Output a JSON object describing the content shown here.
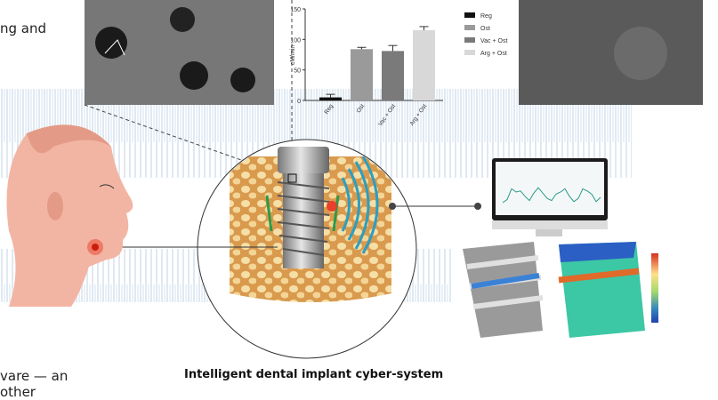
{
  "body_text": {
    "line_top": "ng and",
    "line_bottom_1": "vare — an",
    "line_bottom_2": "other"
  },
  "caption": "Intelligent dental implant cyber-system",
  "colors": {
    "wave": "#d6e3ef",
    "bone": "#f0c98a",
    "signal": "#2a9fc2",
    "implant_band": "#3b82d6",
    "lesion": "#e8402a"
  },
  "chart_data": {
    "type": "bar",
    "categories": [
      "Reg",
      "Ost",
      "Vac + Ost",
      "Arg + Ost"
    ],
    "values": [
      5,
      84,
      81,
      115
    ],
    "errors": [
      5,
      3,
      9,
      6
    ],
    "colors": [
      "#111111",
      "#9a9a9a",
      "#7a7a7a",
      "#d8d8d8"
    ],
    "ylabel": "cM/min",
    "ylim": [
      0,
      150
    ],
    "yticks": [
      "0",
      "50",
      "100",
      "150"
    ],
    "legend": [
      "Reg",
      "Ost",
      "Vac + Ost",
      "Arg + Ost"
    ],
    "legend_position": "right"
  },
  "monitor_chart": {
    "type": "line",
    "values": [
      2,
      2.3,
      3.3,
      3,
      3.1,
      2.6,
      2.2,
      2.9,
      3.4,
      2.9,
      2.4,
      2.2,
      2.8,
      3,
      3.3,
      2.6,
      2.1,
      2.4,
      3.3,
      3.1,
      2.8,
      2.1,
      2.5
    ]
  },
  "fea_colorbar": [
    "#d7301f",
    "#f46d43",
    "#fdae61",
    "#fee08b",
    "#d9ef8b",
    "#a6d96a",
    "#66c2a5",
    "#3288bd",
    "#2040b0"
  ]
}
